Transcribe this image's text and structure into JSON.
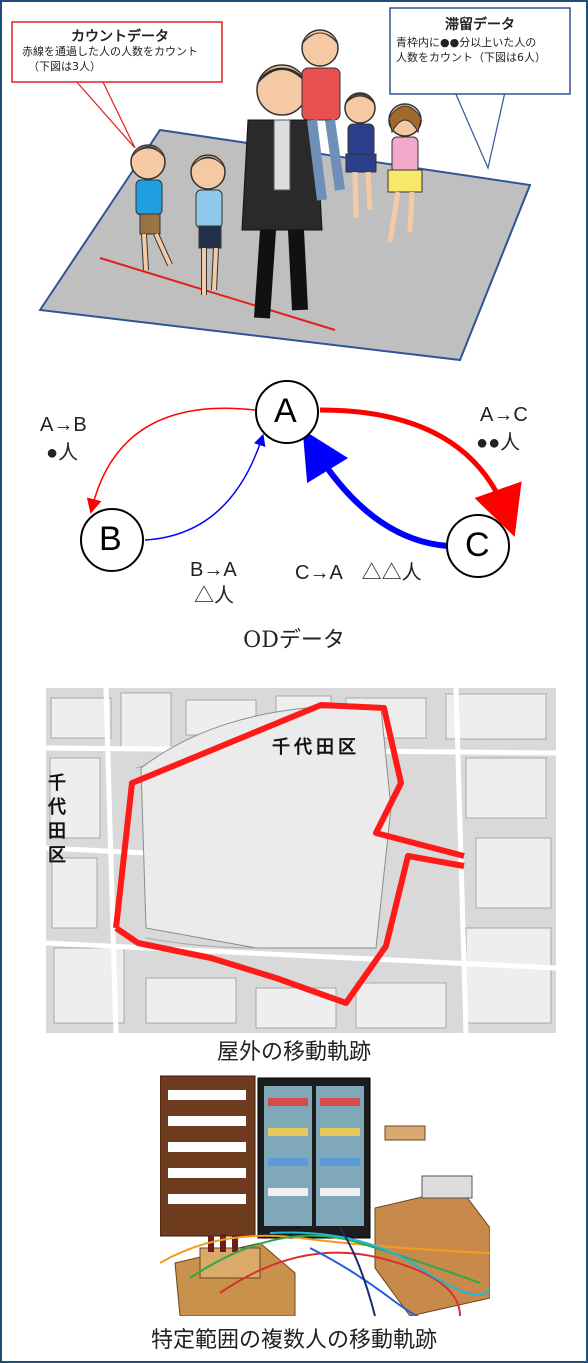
{
  "count_callout": {
    "title": "カウントデータ",
    "line1": "赤線を通過した人の人数をカウント",
    "line2": "（下図は3人）"
  },
  "stay_callout": {
    "title": "滞留データ",
    "line1": "青枠内に●●分以上いた人の",
    "line2": "人数をカウント（下図は6人）"
  },
  "od": {
    "nodes": {
      "a": "A",
      "b": "B",
      "c": "C"
    },
    "ab_route": "A→B",
    "ab_count": "●人",
    "ac_route": "A→C",
    "ac_count": "●●人",
    "ba_route": "B→A",
    "ba_count": "△人",
    "ca_label": "C→A　△△人",
    "caption": "ODデータ"
  },
  "map": {
    "district": "千代田区",
    "district_vertical": [
      "千",
      "代",
      "田",
      "区"
    ],
    "caption": "屋外の移動軌跡"
  },
  "store": {
    "caption": "特定範囲の複数人の移動軌跡"
  },
  "colors": {
    "count_line": "#e02020",
    "stay_border": "#2f5597",
    "od_red": "#ff0000",
    "od_blue": "#0000ff",
    "frame": "#1f4e79"
  }
}
